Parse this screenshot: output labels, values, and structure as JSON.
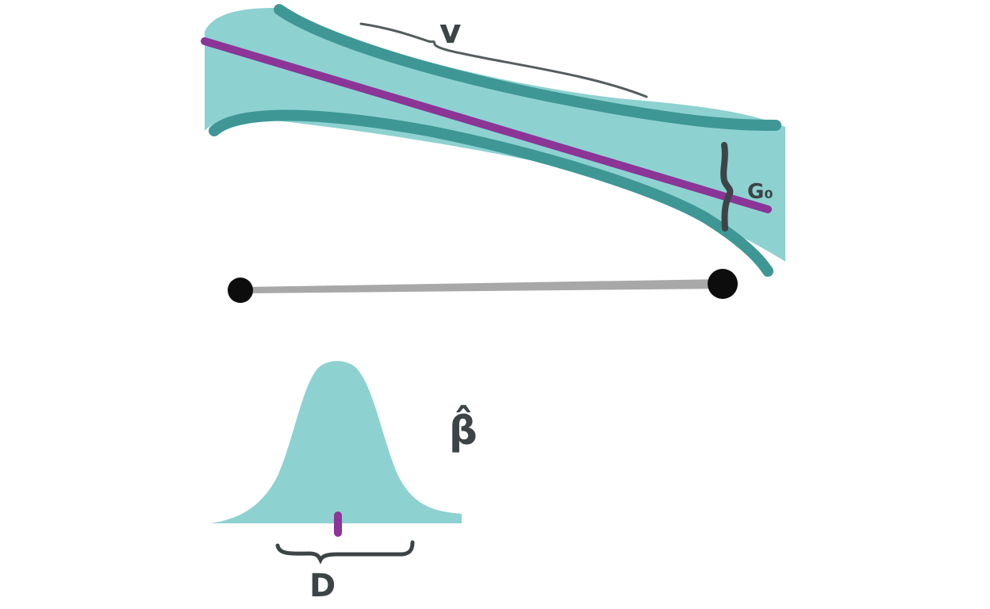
{
  "labels": {
    "top_brace": "v",
    "side_brace": "G₀",
    "distribution_symbol": "β̂",
    "bottom_brace": "D"
  },
  "colors": {
    "band_fill": "#8ed1d1",
    "band_edge": "#3e9795",
    "purple_line": "#8b3597",
    "ink": "#3c4446",
    "segment": "#a8a8a8",
    "node": "#0d0d0d"
  },
  "icons": {
    "hat": "caret-accent-glyph"
  }
}
